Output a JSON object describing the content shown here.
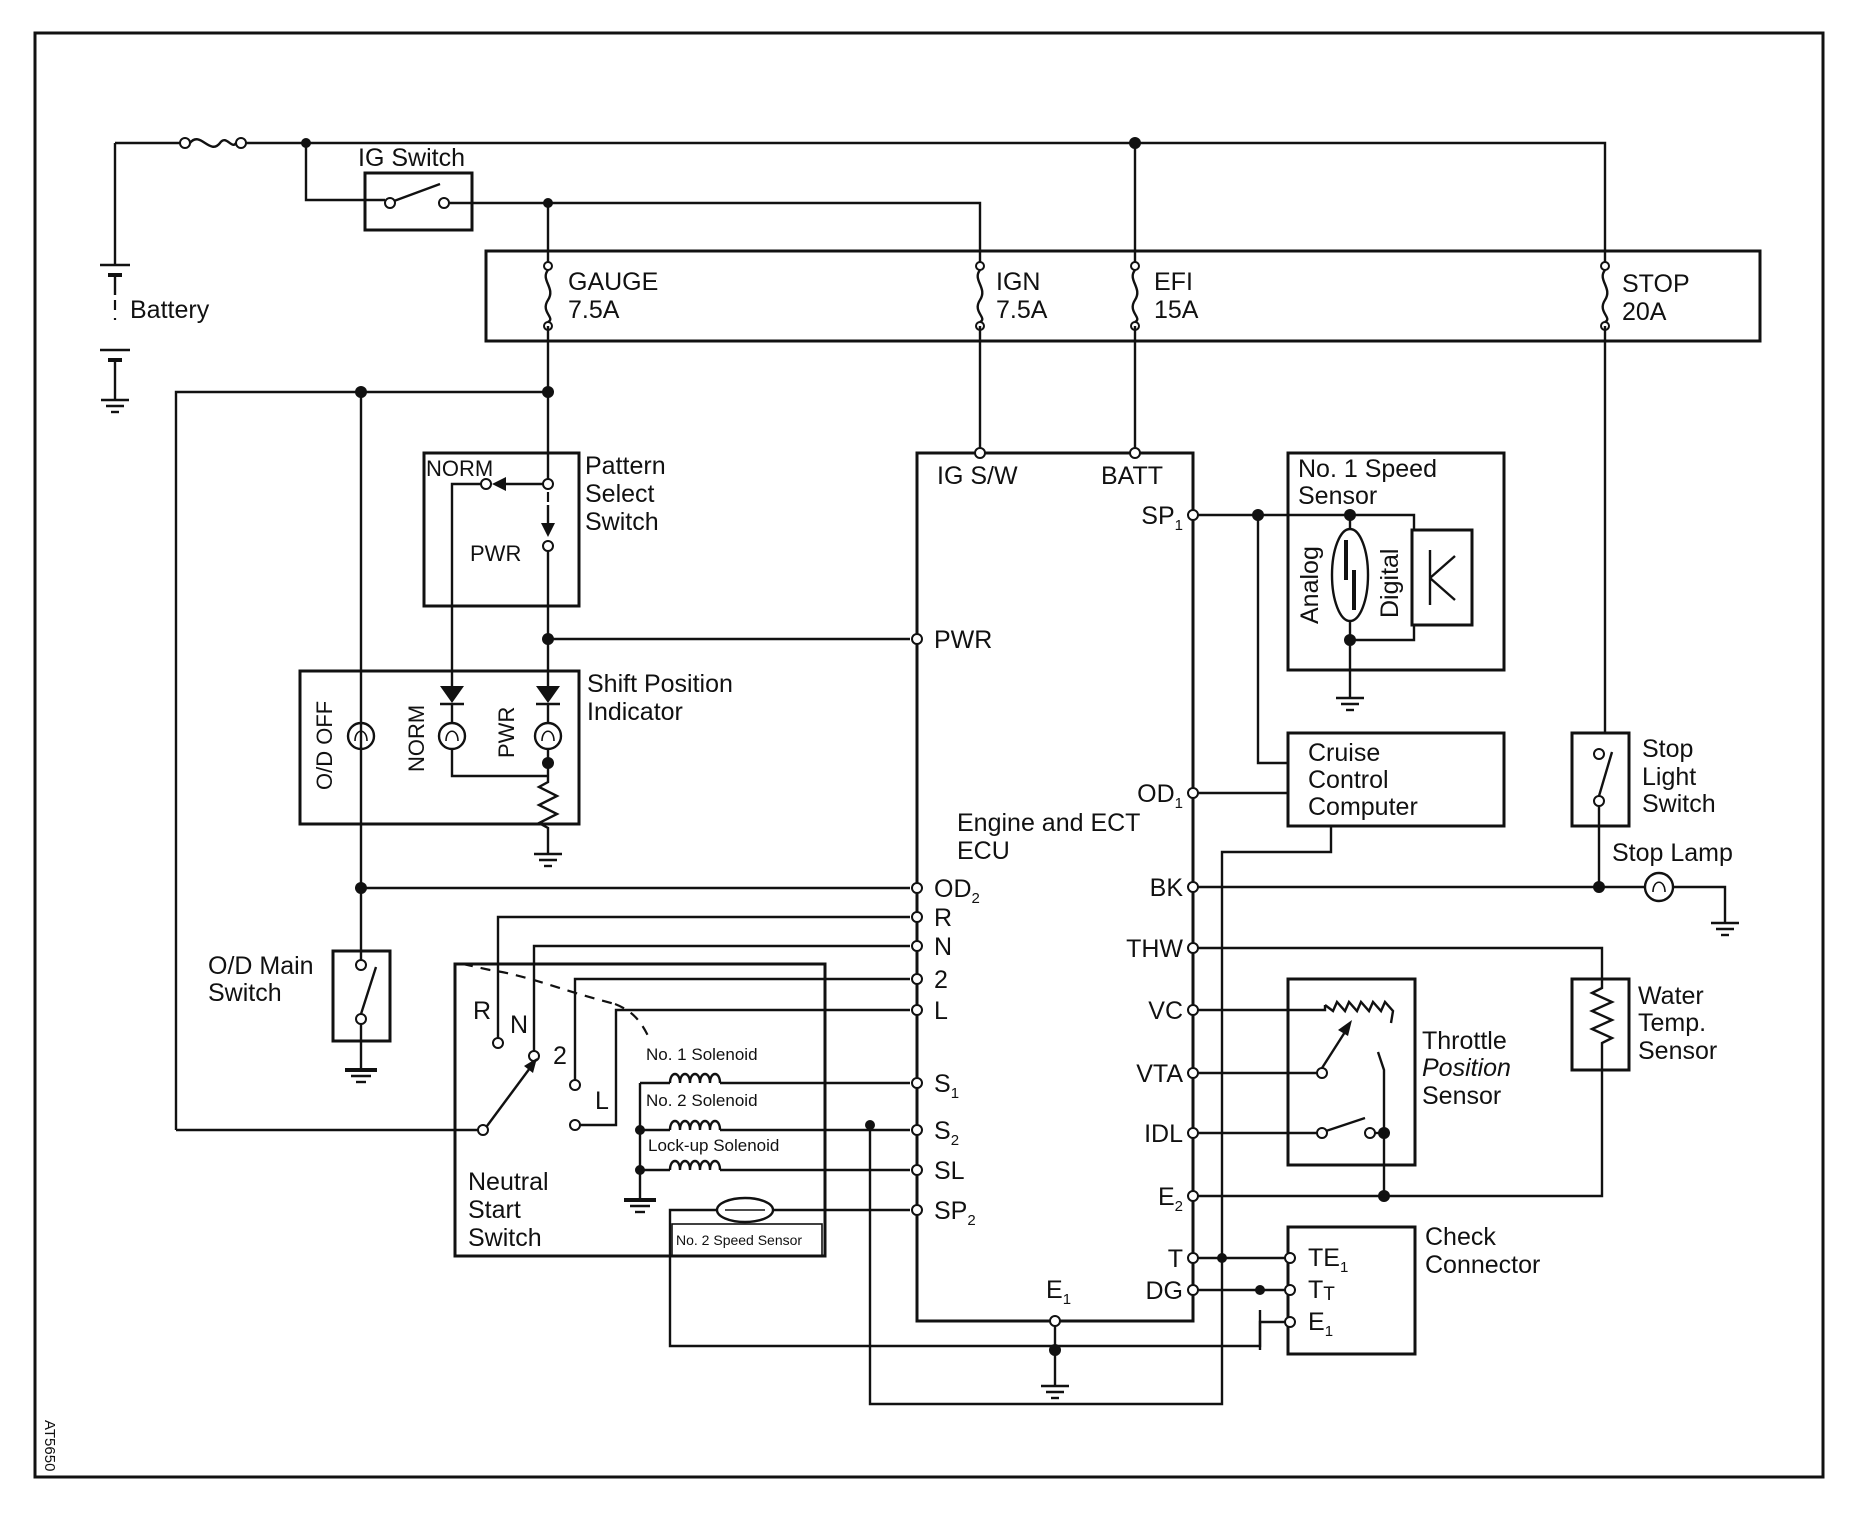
{
  "diagram_id": "AT5650",
  "power": {
    "battery": "Battery",
    "ig_switch": "IG Switch"
  },
  "fuses": [
    {
      "name": "GAUGE",
      "rating": "7.5A"
    },
    {
      "name": "IGN",
      "rating": "7.5A"
    },
    {
      "name": "EFI",
      "rating": "15A"
    },
    {
      "name": "STOP",
      "rating": "20A"
    }
  ],
  "pattern_select": {
    "title": [
      "Pattern",
      "Select",
      "Switch"
    ],
    "norm": "NORM",
    "pwr": "PWR"
  },
  "shift_indicator": {
    "title": [
      "Shift Position",
      "Indicator"
    ],
    "lamps": [
      "O/D OFF",
      "NORM",
      "PWR"
    ]
  },
  "od_main_switch": [
    "O/D Main",
    "Switch"
  ],
  "neutral_start": {
    "title": [
      "Neutral",
      "Start",
      "Switch"
    ],
    "positions": [
      "R",
      "N",
      "2",
      "L"
    ]
  },
  "solenoids": [
    "No. 1 Solenoid",
    "No. 2 Solenoid",
    "Lock-up Solenoid"
  ],
  "no2_speed_sensor": "No. 2 Speed Sensor",
  "ecu": {
    "title": [
      "Engine and ECT",
      "ECU"
    ],
    "top_pins": [
      "IG S/W",
      "BATT"
    ],
    "left_pins": [
      {
        "label": "PWR",
        "sub": ""
      },
      {
        "label": "OD",
        "sub": "2"
      },
      {
        "label": "R",
        "sub": ""
      },
      {
        "label": "N",
        "sub": ""
      },
      {
        "label": "2",
        "sub": ""
      },
      {
        "label": "L",
        "sub": ""
      },
      {
        "label": "S",
        "sub": "1"
      },
      {
        "label": "S",
        "sub": "2"
      },
      {
        "label": "SL",
        "sub": ""
      },
      {
        "label": "SP",
        "sub": "2"
      }
    ],
    "right_pins": [
      {
        "label": "SP",
        "sub": "1"
      },
      {
        "label": "OD",
        "sub": "1"
      },
      {
        "label": "BK",
        "sub": ""
      },
      {
        "label": "THW",
        "sub": ""
      },
      {
        "label": "VC",
        "sub": ""
      },
      {
        "label": "VTA",
        "sub": ""
      },
      {
        "label": "IDL",
        "sub": ""
      },
      {
        "label": "E",
        "sub": "2"
      },
      {
        "label": "T",
        "sub": ""
      },
      {
        "label": "DG",
        "sub": ""
      }
    ],
    "bottom_pin": {
      "label": "E",
      "sub": "1"
    }
  },
  "speed_sensor_1": {
    "title": [
      "No. 1  Speed",
      "Sensor"
    ],
    "analog": "Analog",
    "digital": "Digital"
  },
  "cruise_control": [
    "Cruise",
    "Control",
    "Computer"
  ],
  "stop_light_switch": [
    "Stop",
    "Light",
    "Switch"
  ],
  "stop_lamp": "Stop Lamp",
  "throttle_sensor": [
    "Throttle",
    "Position",
    "Sensor"
  ],
  "water_temp_sensor": [
    "Water",
    "Temp.",
    "Sensor"
  ],
  "check_connector": {
    "title": [
      "Check",
      "Connector"
    ],
    "pins": [
      {
        "label": "TE",
        "sub": "1"
      },
      {
        "label": "T",
        "sub": "T"
      },
      {
        "label": "E",
        "sub": "1"
      }
    ]
  }
}
